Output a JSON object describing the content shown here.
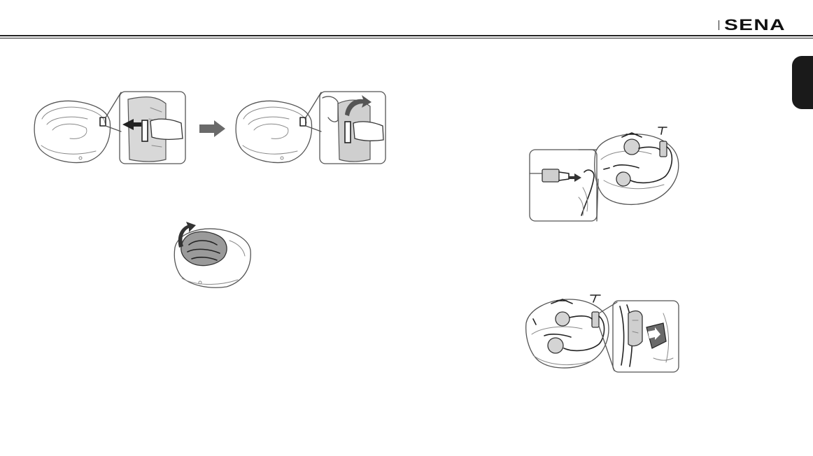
{
  "header": {
    "logo_text": "SENA",
    "section_tab_color": "#1a1a1a"
  },
  "figures": [
    {
      "name": "helmet-pad-release-step",
      "icons": [
        "helmet-icon",
        "tab-closeup-icon",
        "arrow-left-icon"
      ]
    },
    {
      "name": "step-arrow",
      "icons": [
        "arrow-right-icon"
      ]
    },
    {
      "name": "helmet-pad-lift-step",
      "icons": [
        "helmet-icon",
        "tab-closeup-icon",
        "curved-arrow-icon"
      ]
    },
    {
      "name": "helmet-liner-removal",
      "icons": [
        "helmet-icon",
        "curved-arrow-icon"
      ]
    },
    {
      "name": "helmet-connector-plug",
      "icons": [
        "helmet-icon",
        "connector-closeup-icon"
      ]
    },
    {
      "name": "helmet-clamp-attach",
      "icons": [
        "helmet-icon",
        "clamp-closeup-icon"
      ]
    }
  ]
}
